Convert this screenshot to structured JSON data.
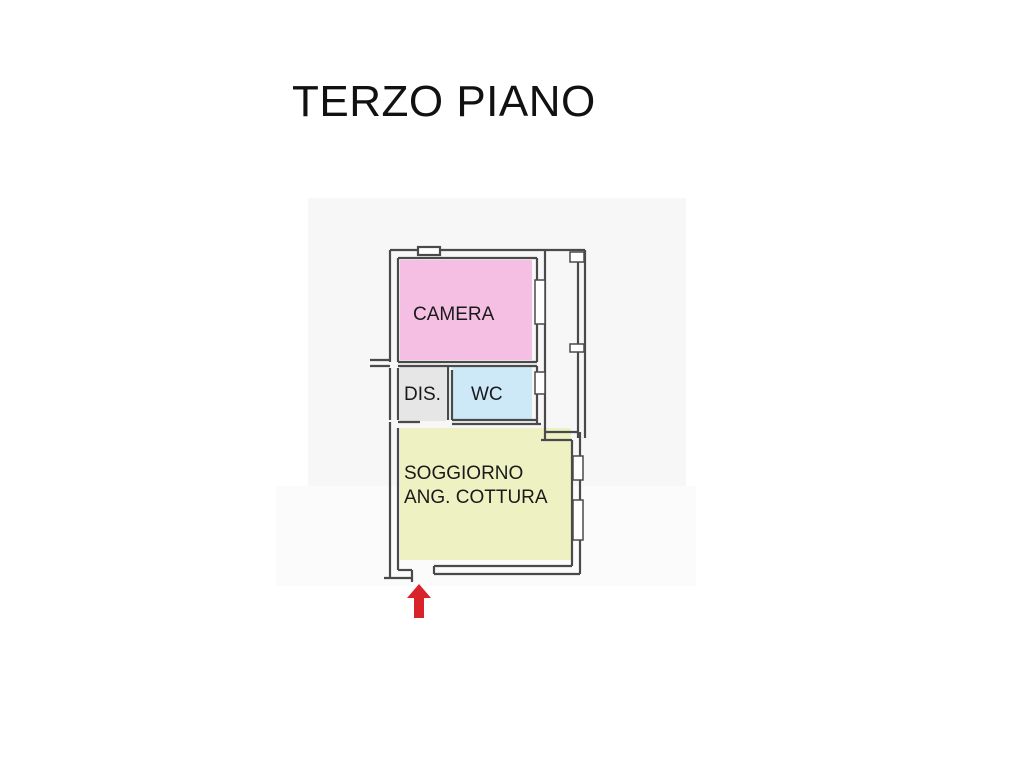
{
  "title": "TERZO PIANO",
  "rooms": {
    "camera": {
      "label": "CAMERA",
      "color": "#f5bfe4"
    },
    "dis": {
      "label": "DIS.",
      "color": "#e6e6e6"
    },
    "wc": {
      "label": "WC",
      "color": "#cde9f8"
    },
    "soggiorno": {
      "label_line1": "SOGGIORNO",
      "label_line2": "ANG. COTTURA",
      "color": "#eef2c2"
    }
  },
  "entrance_arrow": {
    "icon": "entrance-arrow-icon",
    "color": "#d9232a"
  },
  "wall_color": "#4a4a4a"
}
